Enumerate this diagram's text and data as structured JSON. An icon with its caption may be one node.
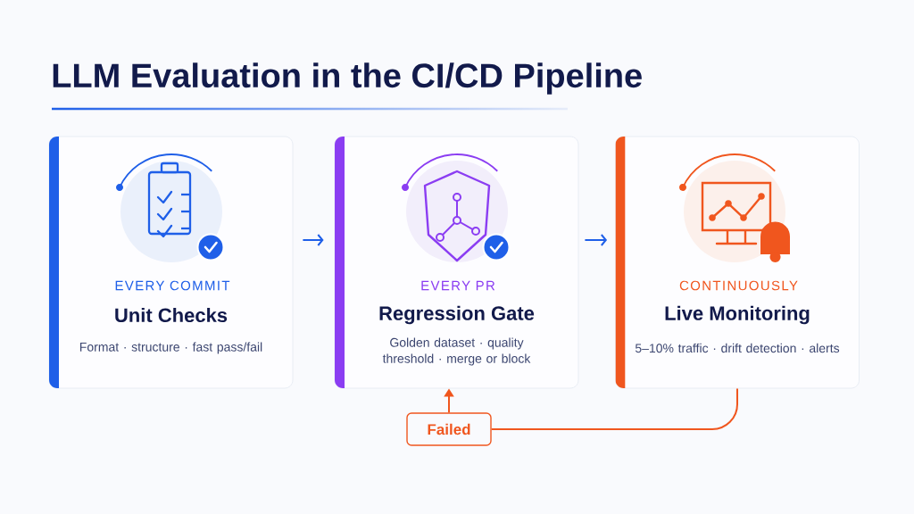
{
  "diagram": {
    "title": "LLM Evaluation in the CI/CD Pipeline",
    "nodes": [
      {
        "text": [
          "EVERY COMMIT",
          "Unit Checks",
          "Format · structure · fast pass/fail"
        ]
      },
      {
        "text": [
          "EVERY PR",
          "Regression Gate",
          "Golden dataset · quality threshold · merge or block"
        ]
      },
      {
        "text": [
          "CONTINUOUSLY",
          "Live Monitoring",
          "5–10% traffic · drift detection · alerts"
        ]
      },
      {
        "text": [
          "Failed"
        ]
      }
    ],
    "edges": [
      {
        "from": 0,
        "to": 1,
        "arrow": "to"
      },
      {
        "from": 1,
        "to": 2,
        "arrow": "to"
      },
      {
        "from": 2,
        "to": 3,
        "arrow": "none",
        "color": "#f0561e"
      },
      {
        "from": 3,
        "to": 1,
        "arrow": "to",
        "color": "#f0561e"
      }
    ]
  }
}
